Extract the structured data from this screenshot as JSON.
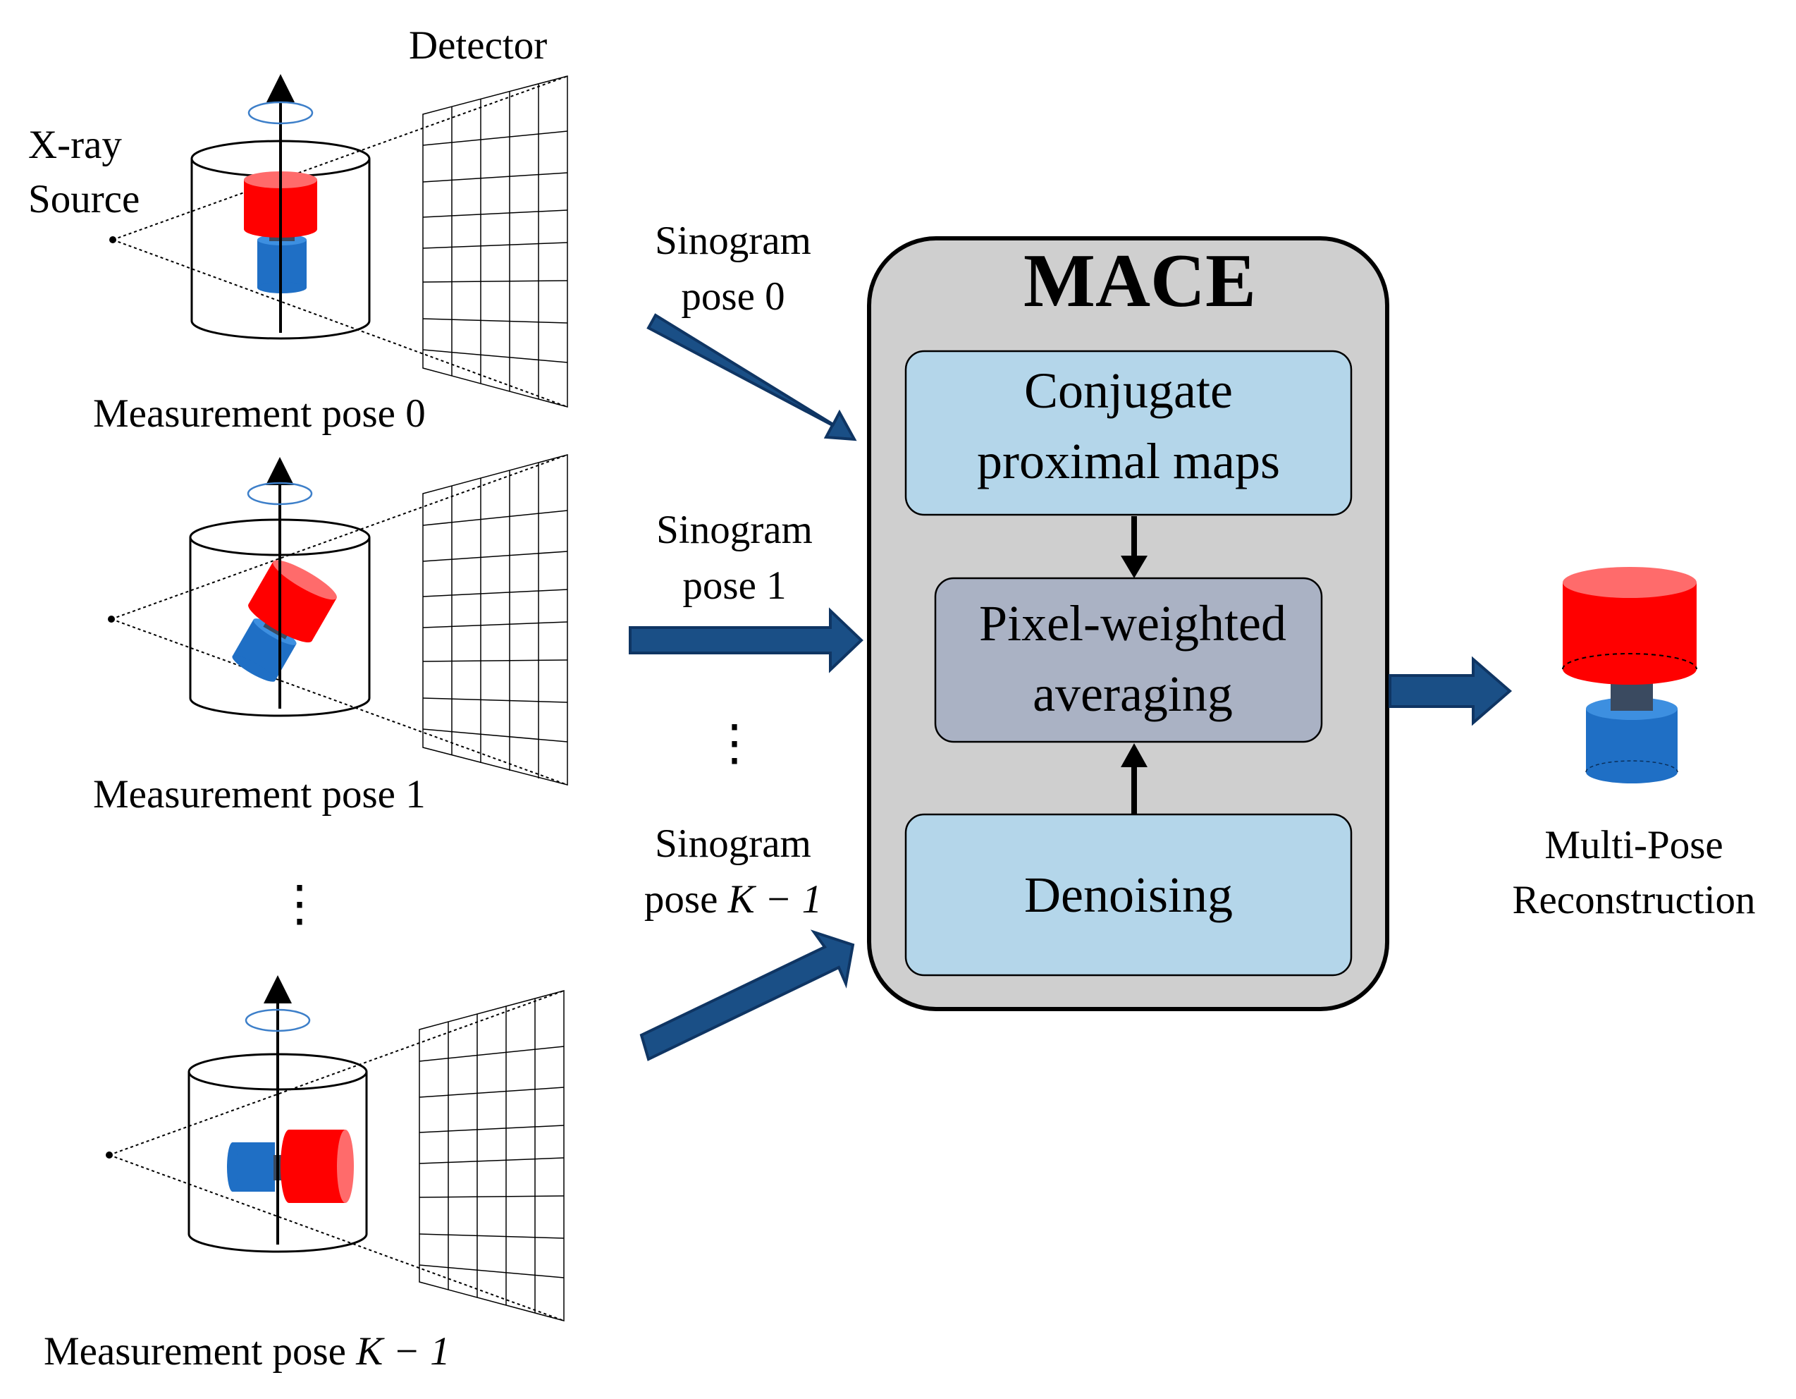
{
  "setup": {
    "detector_label": "Detector",
    "source_label_line1": "X-ray",
    "source_label_line2": "Source"
  },
  "poses": [
    {
      "label_prefix": "Measurement pose ",
      "label_index": "0"
    },
    {
      "label_prefix": "Measurement pose ",
      "label_index": "1"
    },
    {
      "label_prefix": "Measurement pose ",
      "label_index": "K − 1"
    }
  ],
  "poses_ellipsis": "⋮",
  "sinograms": [
    {
      "line1": "Sinogram",
      "line2_prefix": "pose ",
      "line2_index": "0"
    },
    {
      "line1": "Sinogram",
      "line2_prefix": "pose ",
      "line2_index": "1"
    },
    {
      "line1": "Sinogram",
      "line2_prefix": "pose ",
      "line2_index": "K − 1"
    }
  ],
  "sinogram_ellipsis": "⋮",
  "mace": {
    "title": "MACE",
    "box_top_line1": "Conjugate",
    "box_top_line2": "proximal maps",
    "box_mid_line1": "Pixel-weighted",
    "box_mid_line2": "averaging",
    "box_bottom": "Denoising"
  },
  "output": {
    "line1": "Multi-Pose",
    "line2": "Reconstruction"
  },
  "colors": {
    "arrow": "#1a4f86",
    "mace_bg": "#cfcfcf",
    "box_light": "#b4d6ea",
    "box_mid": "#aab2c4",
    "red": "#ff0000",
    "red_top": "#ff6b6b",
    "blue": "#1f6fc5",
    "blue_top": "#3d8fe0",
    "connector": "#3a4a60"
  }
}
